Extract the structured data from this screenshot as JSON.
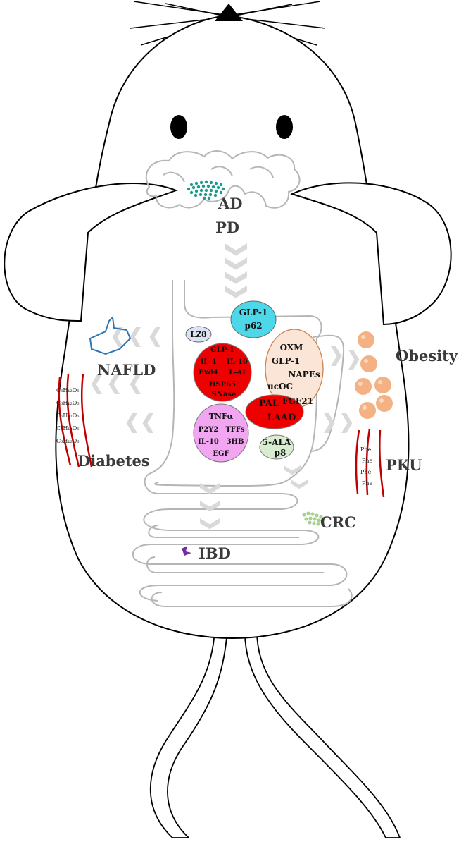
{
  "colors": {
    "outline": "#000000",
    "gut": "#b5b5b5",
    "chevron": "#d9d9d9",
    "brain_dots": "#1a9c8e",
    "liver": "#2e75b6",
    "vessel": "#c00000",
    "fat": "#f4b183",
    "crc_dots": "#a9d18e",
    "ibd_mark": "#7030a0",
    "cyan": "#4dd8ea",
    "light_blue": "#dae3f3",
    "red": "#ee0000",
    "peach": "#fbe5d6",
    "pink": "#f2a6f2",
    "light_green": "#d8ecd0"
  },
  "diseases": {
    "ad": "AD",
    "pd": "PD",
    "nafld": "NAFLD",
    "diabetes": "Diabetes",
    "obesity": "Obesity",
    "pku": "PKU",
    "crc": "CRC",
    "ibd": "IBD"
  },
  "vessel_labels": {
    "glucose": [
      "C₆H₁₂O₆",
      "C₆H₁₂O₆",
      "C₆H₁₂O₆",
      "C₆H₁₂O₆",
      "C₆H₁₂O₆"
    ],
    "phe": [
      "Phe",
      "Phe",
      "Phe",
      "Phe"
    ]
  },
  "molecule_groups": {
    "lz8": [
      "LZ8"
    ],
    "glp1_p62": [
      "GLP-1",
      "p62"
    ],
    "red_large": [
      "GLP-1",
      "IL-4",
      "IL-10",
      "Exd4",
      "L-AI",
      "HSP65",
      "SNase"
    ],
    "peach": [
      "OXM",
      "GLP-1",
      "NAPEs",
      "ucOC",
      "FGF21"
    ],
    "pal_laad": [
      "PAL",
      "LAAD"
    ],
    "pink": [
      "TNFα",
      "P2Y2",
      "TFFs",
      "IL-10",
      "3HB",
      "EGF"
    ],
    "ala_p8": [
      "5-ALA",
      "p8"
    ]
  }
}
